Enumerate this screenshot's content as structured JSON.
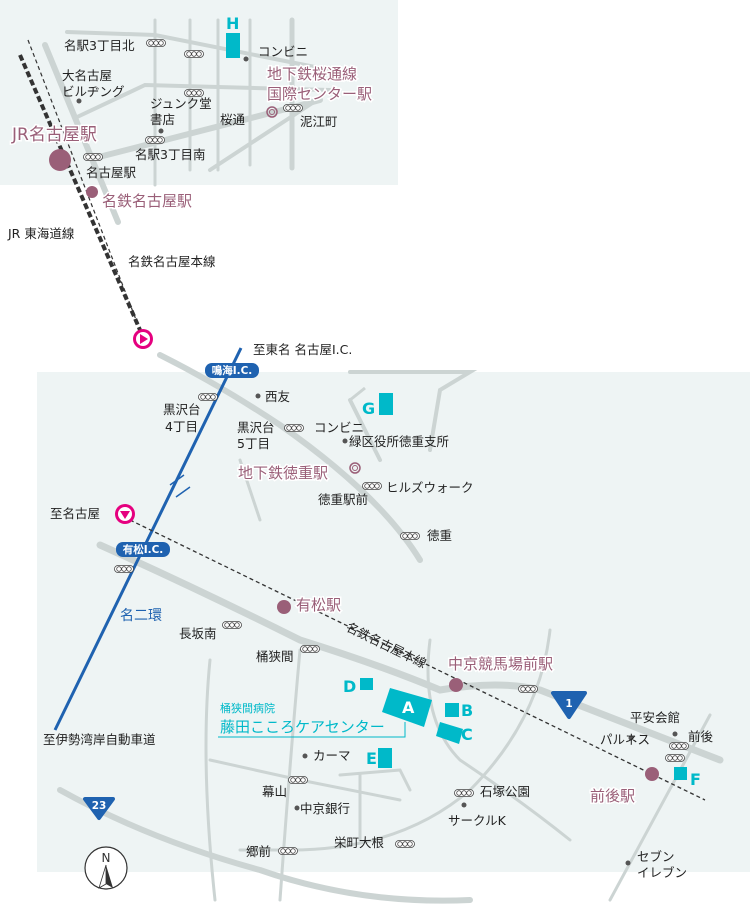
{
  "colors": {
    "panel": "#eef4f4",
    "road": "#ccd4d3",
    "station": "#9a5f78",
    "facility": "#00b9c9",
    "highway": "#1f62b0",
    "marker": "#e5007f"
  },
  "top": {
    "facility_h": "H",
    "labels": {
      "meieki3_north": "名駅3丁目北",
      "convenience": "コンビニ",
      "sakuradori_line": "地下鉄桜通線",
      "kokusai_center_station": "国際センター駅",
      "dai_nagoya_1": "大名古屋",
      "dai_nagoya_2": "ビルヂング",
      "junkudo_1": "ジュンク堂",
      "junkudo_2": "書店",
      "sakuradori": "桜通",
      "hiekimachi": "泥江町",
      "jr_nagoya_station": "JR名古屋駅",
      "meieki3_south": "名駅3丁目南",
      "nagoya_eki_stop": "名古屋駅",
      "meitetsu_nagoya_station": "名鉄名古屋駅",
      "jr_tokaido_line": "JR 東海道線",
      "meitetsu_main_line": "名鉄名古屋本線"
    }
  },
  "bottom": {
    "labels": {
      "to_tomei": "至東名 名古屋I.C.",
      "narumi_ic": "鳴海I.C.",
      "seiyu": "西友",
      "kurosawadai4_1": "黒沢台",
      "kurosawadai4_2": "4丁目",
      "kurosawadai5_1": "黒沢台",
      "kurosawadai5_2": "5丁目",
      "convenience": "コンビニ",
      "midori_office": "緑区役所徳重支所",
      "tokushige_station": "地下鉄徳重駅",
      "hills_walk": "ヒルズウォーク",
      "tokushige_ekimae": "徳重駅前",
      "to_nagoya": "至名古屋",
      "tokushige": "徳重",
      "arimatsu_ic": "有松I.C.",
      "arimatsu_station": "有松駅",
      "meinikan": "名二環",
      "nagasaka_minami": "長坂南",
      "meitetsu_main_line": "名鉄名古屋本線",
      "okehazama": "桶狭間",
      "chukyo_keibajo_station": "中京競馬場前駅",
      "heian_kaikan": "平安会館",
      "zengo": "前後",
      "hospital_sub": "桶狭間病院",
      "hospital_name": "藤田こころケアセンター",
      "palnes": "パルネス",
      "kama": "カーマ",
      "to_isewangan": "至伊勢湾岸自動車道",
      "zengo_station": "前後駅",
      "ishizuka_park": "石塚公園",
      "makuyama": "幕山",
      "chukyo_bank": "中京銀行",
      "circle_k": "サークルK",
      "sakaemachi_one": "栄町大根",
      "gomae": "郷前",
      "seven_1": "セブン",
      "seven_2": "イレブン"
    },
    "facilities": {
      "a": "A",
      "b": "B",
      "c": "C",
      "d": "D",
      "e": "E",
      "f": "F",
      "g": "G"
    },
    "route_1": "1",
    "route_23": "23",
    "compass": "N"
  }
}
